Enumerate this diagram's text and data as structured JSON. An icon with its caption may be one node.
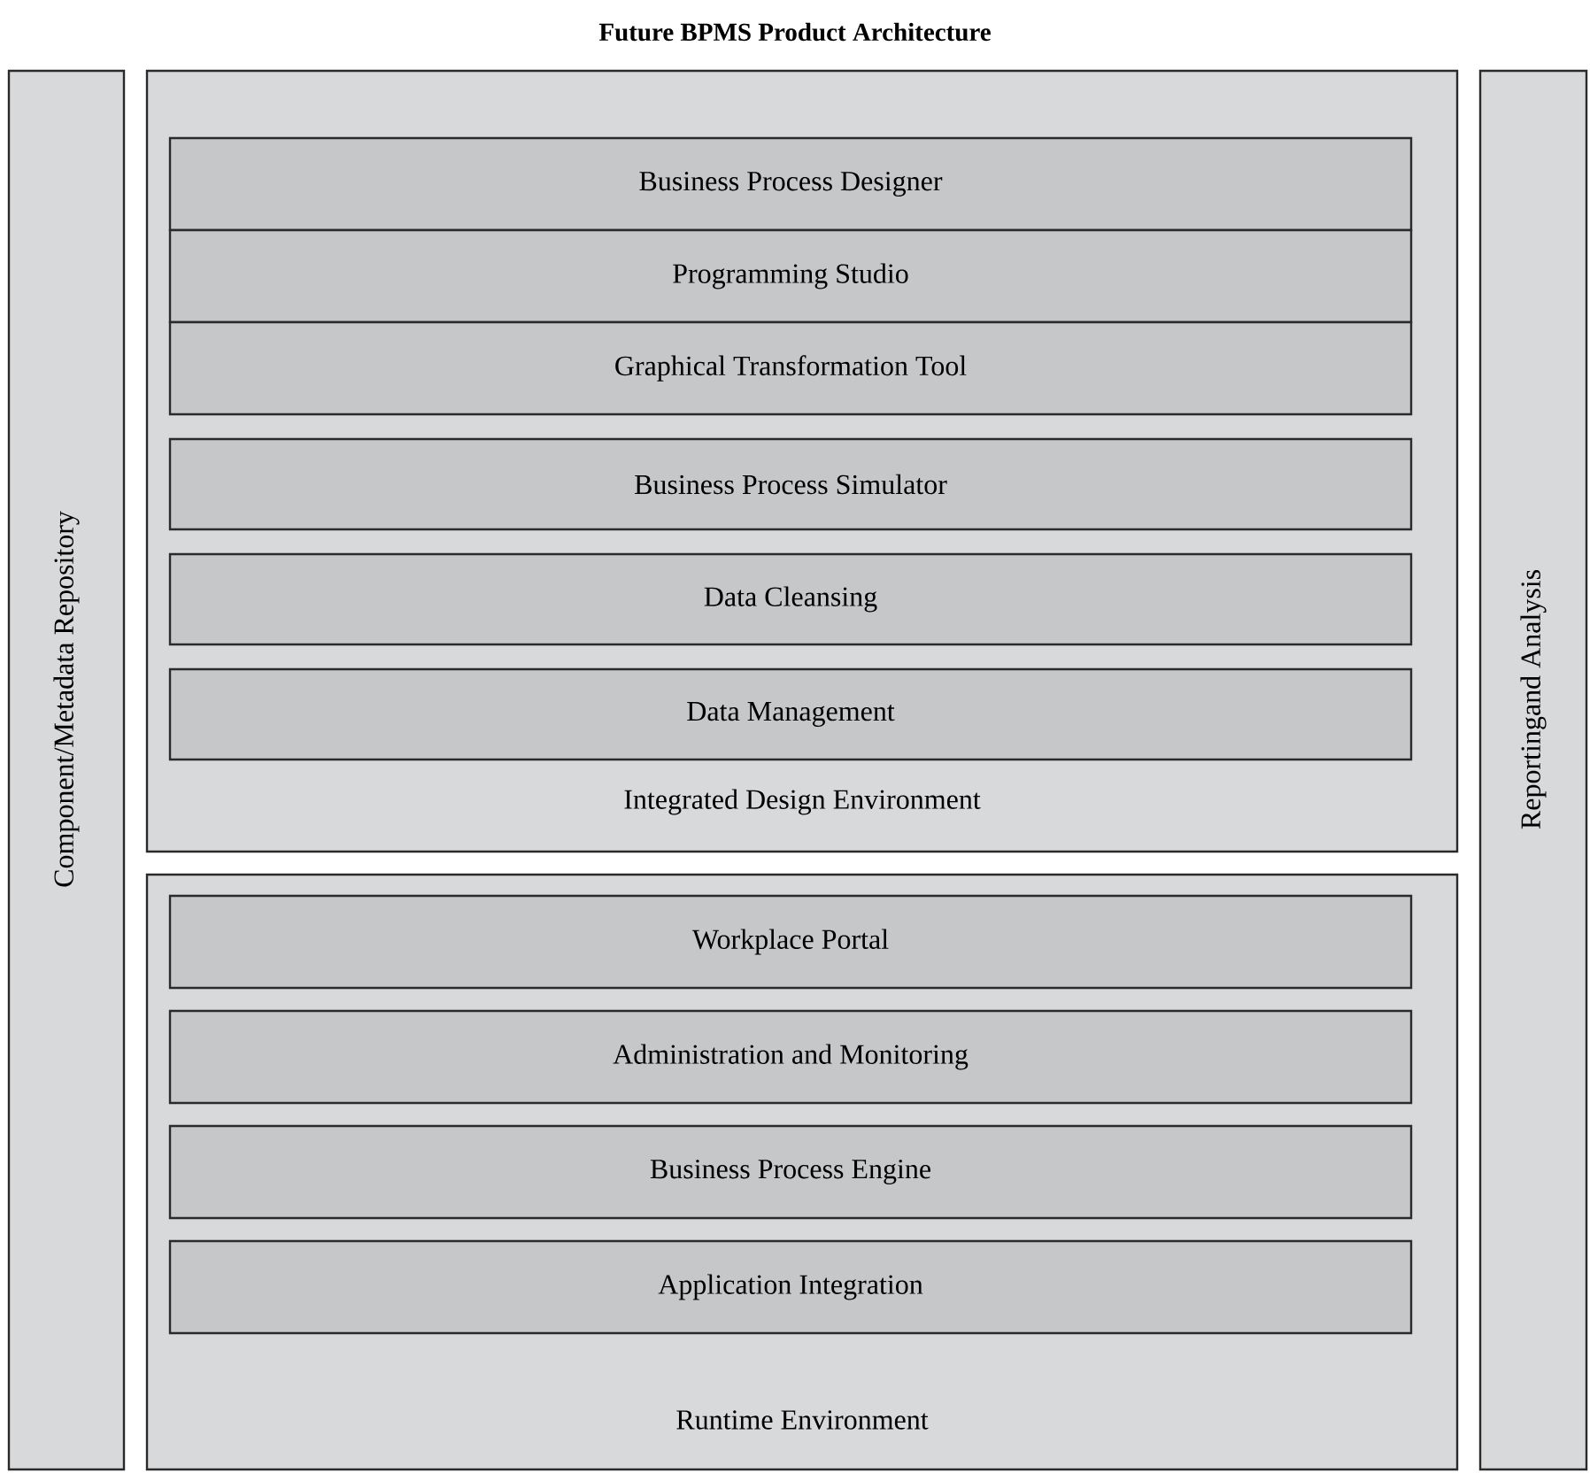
{
  "diagram": {
    "title": "Future BPMS Product Architecture",
    "nodes": [
      {
        "text": [
          "Component/Metadata Repository"
        ]
      },
      {
        "text": [
          "Integrated Design Environment"
        ]
      },
      {
        "text": [
          "Business Process Designer"
        ],
        "in": 1
      },
      {
        "text": [
          "Programming Studio"
        ],
        "in": 1
      },
      {
        "text": [
          "Graphical Transformation Tool"
        ],
        "in": 1
      },
      {
        "text": [
          "Business Process Simulator"
        ],
        "in": 1
      },
      {
        "text": [
          "Data Cleansing"
        ],
        "in": 1
      },
      {
        "text": [
          "Data Management"
        ],
        "in": 1
      },
      {
        "text": [
          "Runtime Environment"
        ]
      },
      {
        "text": [
          "Workplace Portal"
        ],
        "in": 8
      },
      {
        "text": [
          "Administration and Monitoring"
        ],
        "in": 8
      },
      {
        "text": [
          "Business Process Engine"
        ],
        "in": 8
      },
      {
        "text": [
          "Application Integration"
        ],
        "in": 8
      },
      {
        "text": [
          "Reportingand Analysis"
        ]
      }
    ],
    "edges": []
  }
}
